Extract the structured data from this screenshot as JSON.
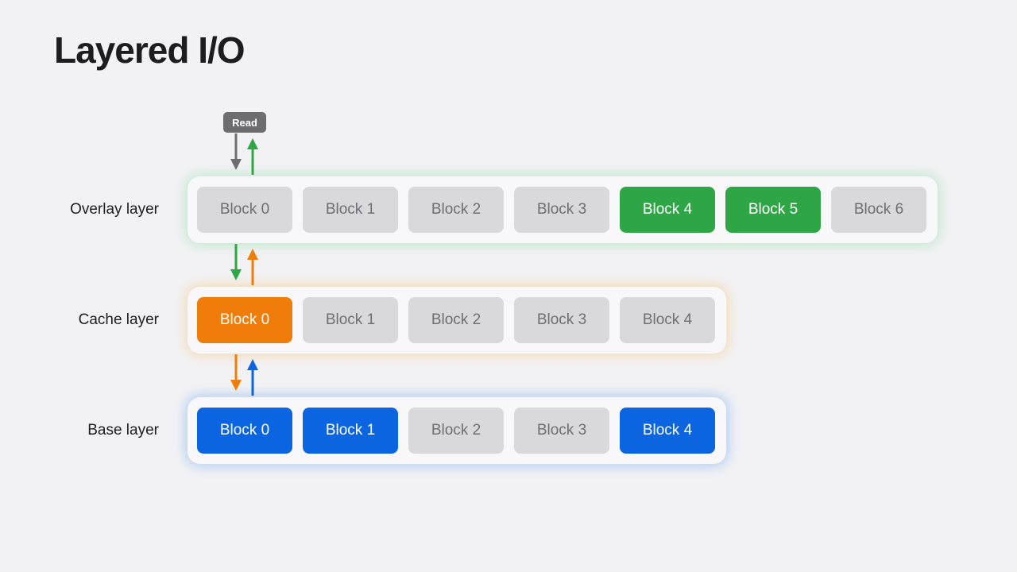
{
  "title": "Layered I/O",
  "read_label": "Read",
  "colors": {
    "green": "#2ea646",
    "orange": "#f07d0a",
    "blue": "#0b65e0",
    "gray": "#6d6d70",
    "inactive_block": "#d9d9dc"
  },
  "layers": [
    {
      "label": "Overlay layer",
      "blocks": [
        {
          "label": "Block 0",
          "state": "inactive"
        },
        {
          "label": "Block 1",
          "state": "inactive"
        },
        {
          "label": "Block 2",
          "state": "inactive"
        },
        {
          "label": "Block 3",
          "state": "inactive"
        },
        {
          "label": "Block 4",
          "state": "green"
        },
        {
          "label": "Block 5",
          "state": "green"
        },
        {
          "label": "Block 6",
          "state": "inactive"
        }
      ]
    },
    {
      "label": "Cache layer",
      "blocks": [
        {
          "label": "Block 0",
          "state": "orange"
        },
        {
          "label": "Block 1",
          "state": "inactive"
        },
        {
          "label": "Block 2",
          "state": "inactive"
        },
        {
          "label": "Block 3",
          "state": "inactive"
        },
        {
          "label": "Block 4",
          "state": "inactive"
        }
      ]
    },
    {
      "label": "Base layer",
      "blocks": [
        {
          "label": "Block 0",
          "state": "blue"
        },
        {
          "label": "Block 1",
          "state": "blue"
        },
        {
          "label": "Block 2",
          "state": "inactive"
        },
        {
          "label": "Block 3",
          "state": "inactive"
        },
        {
          "label": "Block 4",
          "state": "blue"
        }
      ]
    }
  ]
}
